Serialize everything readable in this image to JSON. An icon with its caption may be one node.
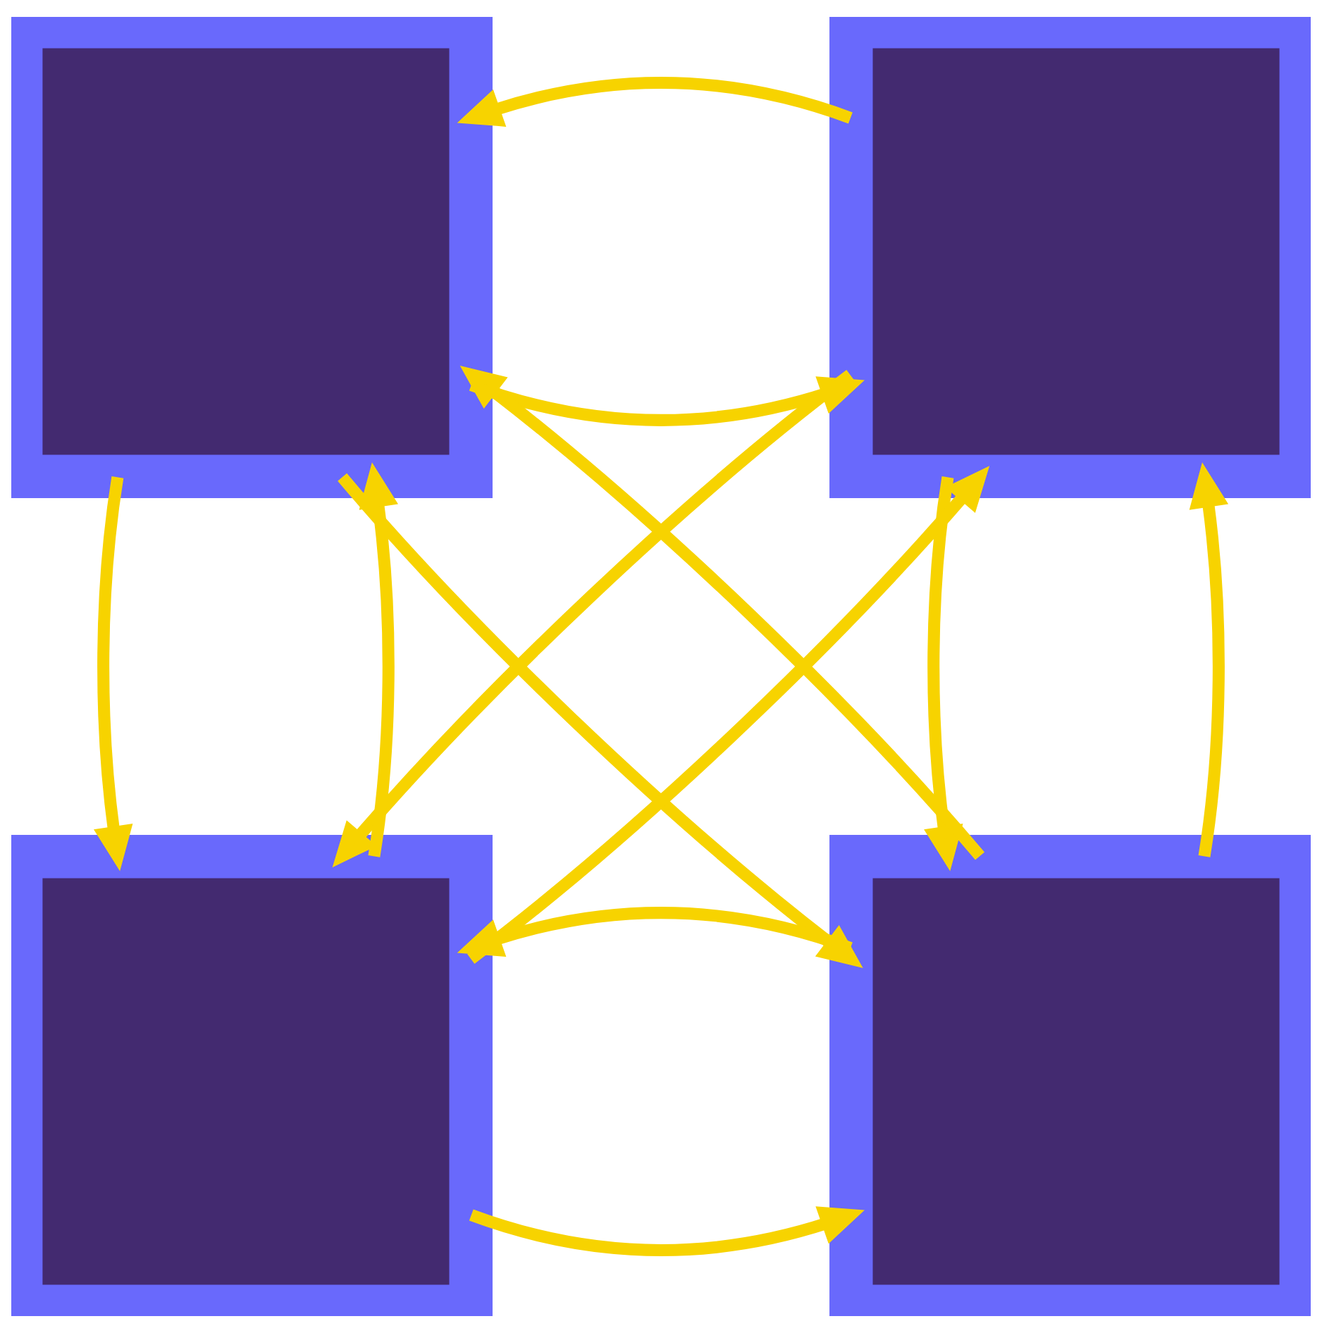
{
  "diagram": {
    "nodes": [
      {
        "text": [],
        "shape": "box"
      },
      {
        "text": [],
        "shape": "box"
      },
      {
        "text": [],
        "shape": "box"
      },
      {
        "text": [],
        "shape": "box"
      }
    ],
    "edges": [
      {
        "from": 0,
        "to": 1,
        "arrow": "to"
      },
      {
        "from": 1,
        "to": 0,
        "arrow": "to"
      },
      {
        "from": 0,
        "to": 2,
        "arrow": "to"
      },
      {
        "from": 2,
        "to": 0,
        "arrow": "to"
      },
      {
        "from": 0,
        "to": 3,
        "arrow": "to"
      },
      {
        "from": 3,
        "to": 0,
        "arrow": "to"
      },
      {
        "from": 1,
        "to": 2,
        "arrow": "to"
      },
      {
        "from": 2,
        "to": 1,
        "arrow": "to"
      },
      {
        "from": 1,
        "to": 3,
        "arrow": "to"
      },
      {
        "from": 3,
        "to": 1,
        "arrow": "to"
      },
      {
        "from": 2,
        "to": 3,
        "arrow": "to"
      },
      {
        "from": 3,
        "to": 2,
        "arrow": "to"
      }
    ]
  }
}
